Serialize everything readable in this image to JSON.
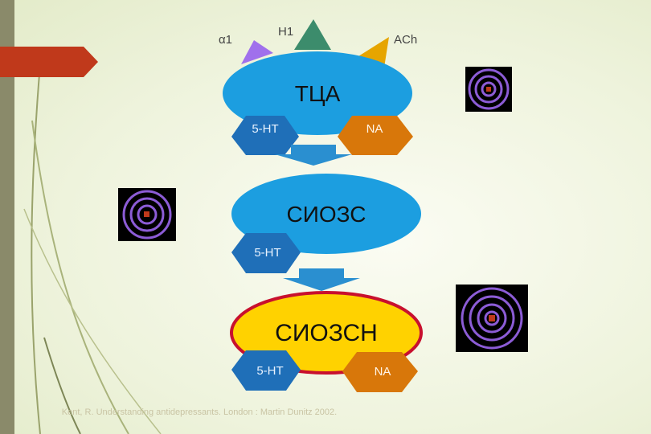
{
  "receptors": {
    "alpha1": "α1",
    "h1": "H1",
    "ach": "ACh"
  },
  "tca": {
    "label": "ТЦА",
    "left_tag": "5-HT",
    "right_tag": "NA"
  },
  "ssri": {
    "label": "СИОЗС",
    "tag": "5-HT"
  },
  "snri": {
    "label": "СИОЗСН",
    "left_tag": "5-HT",
    "right_tag": "NA"
  },
  "caption": "Kent, R. Understanding antidepressants. London : Martin Dunitz 2002.",
  "colors": {
    "ellipse_blue": "#1c9ee0",
    "ellipse_yellow": "#ffd200",
    "ellipse_outline_red": "#c8102e",
    "tag_blue": "#1f6fb8",
    "tag_orange": "#d8770a",
    "alpha1_purple": "#a070ec",
    "h1_green": "#3c8c6c",
    "ach_orange": "#e6a500",
    "arrow_blue": "#2a8fd0",
    "red_tab": "#c0391b",
    "target_purple": "#8c5cd6"
  },
  "icons": [
    "target-icon",
    "target-icon",
    "target-icon"
  ]
}
